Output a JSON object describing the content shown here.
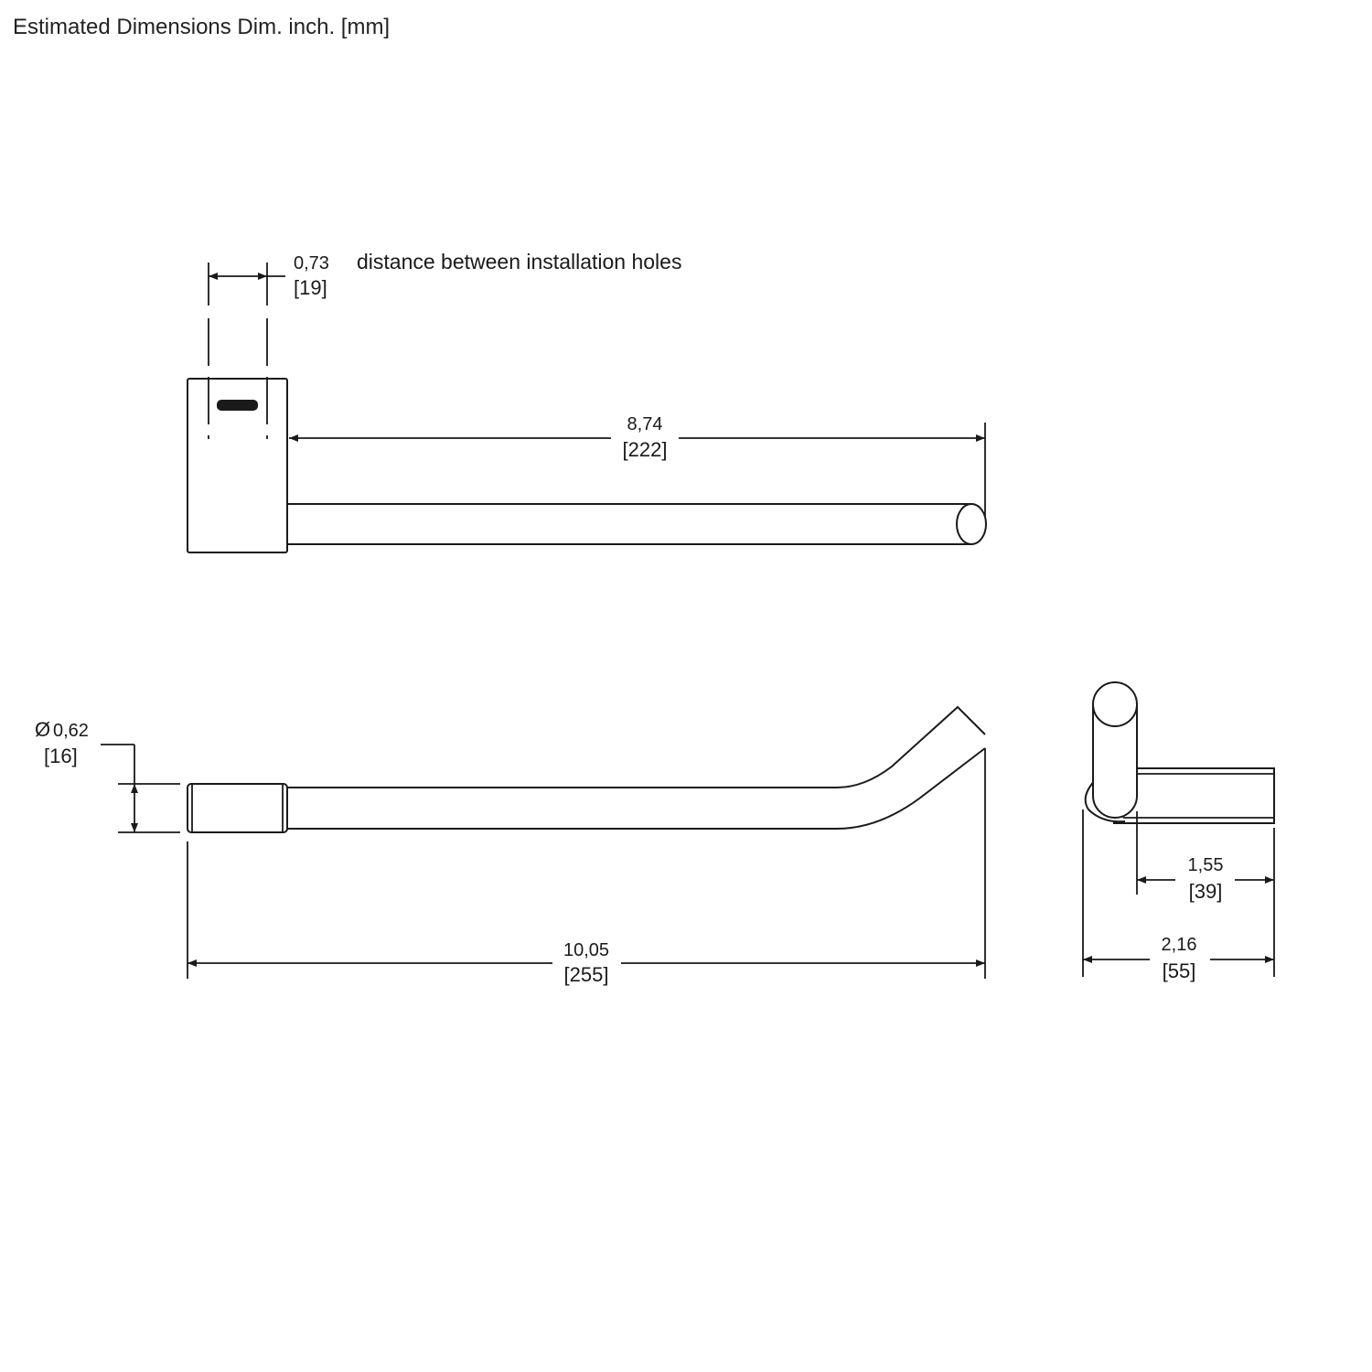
{
  "header": {
    "title": "Estimated Dimensions Dim. inch. [mm]"
  },
  "dimensions": {
    "hole_distance": {
      "inch": "0,73",
      "mm": "[19]",
      "note": "distance between installation holes"
    },
    "arm_length": {
      "inch": "8,74",
      "mm": "[222]"
    },
    "diameter": {
      "symbol": "Ø",
      "inch": "0,62",
      "mm": "[16]"
    },
    "overall_length": {
      "inch": "10,05",
      "mm": "[255]"
    },
    "side_depth": {
      "inch": "1,55",
      "mm": "[39]"
    },
    "side_width": {
      "inch": "2,16",
      "mm": "[55]"
    }
  }
}
